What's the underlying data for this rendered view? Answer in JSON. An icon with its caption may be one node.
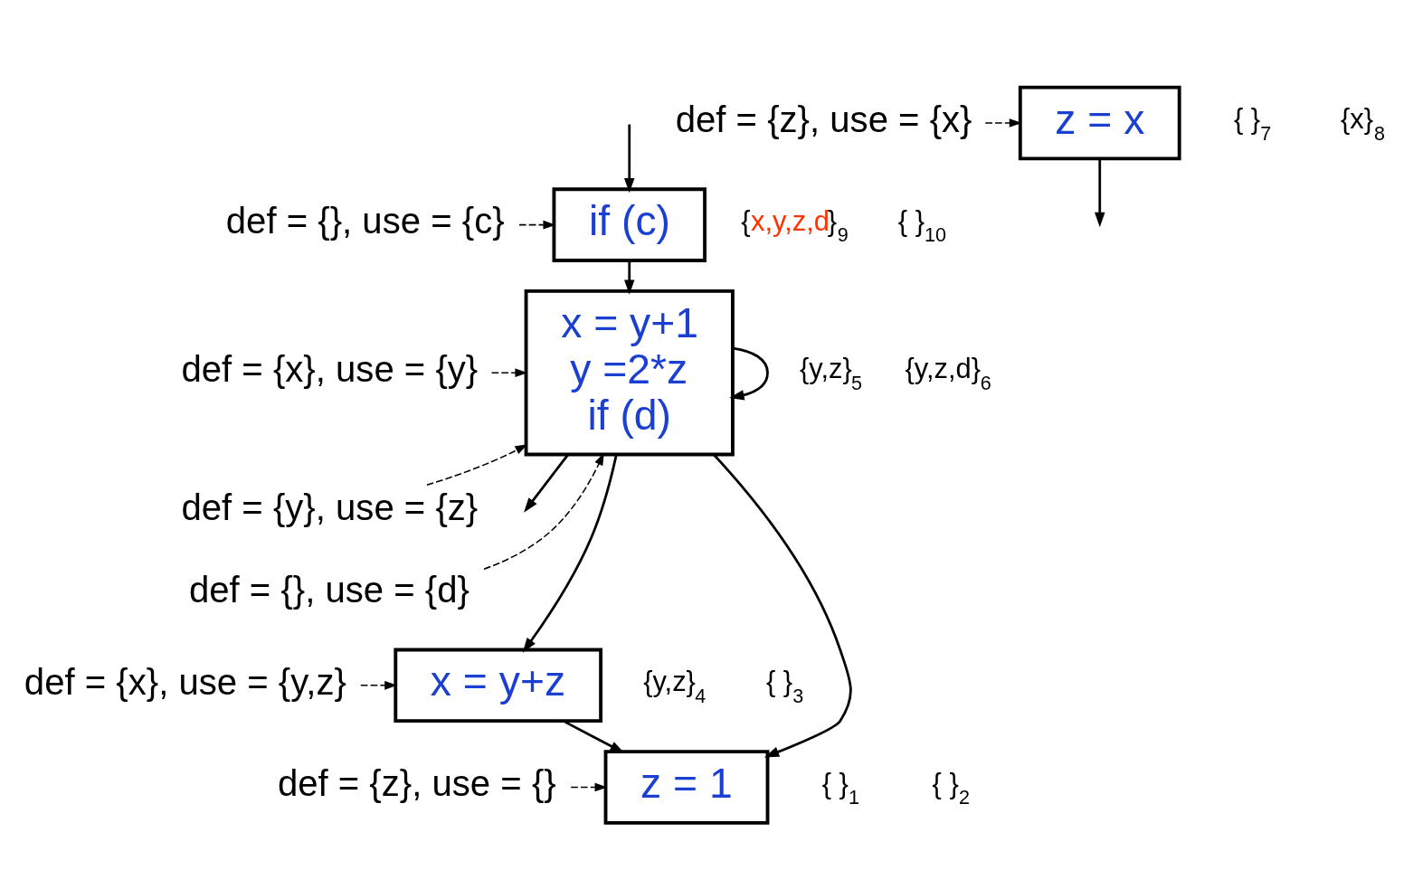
{
  "diagram": {
    "nodes": [
      {
        "text": [
          "if (c)"
        ]
      },
      {
        "text": [
          "x = y+1",
          "y =2*z",
          "if (d)"
        ]
      },
      {
        "text": [
          "x = y+z"
        ]
      },
      {
        "text": [
          "z = 1"
        ]
      },
      {
        "text": [
          "z = x"
        ]
      },
      {
        "text": [
          "def = {}, use = {c}"
        ]
      },
      {
        "text": [
          "def = {x}, use = {y}"
        ]
      },
      {
        "text": [
          "def = {y}, use = {z}"
        ]
      },
      {
        "text": [
          "def = {}, use = {d}"
        ]
      },
      {
        "text": [
          "def = {x}, use = {y,z}"
        ]
      },
      {
        "text": [
          "def = {z}, use = {}"
        ]
      },
      {
        "text": [
          "def = {z}, use = {x}"
        ]
      }
    ],
    "edges": [
      {
        "from": null,
        "to": 0,
        "arrow": "to"
      },
      {
        "from": 0,
        "to": 1,
        "arrow": "to"
      },
      {
        "from": 1,
        "to": 1,
        "arrow": "to"
      },
      {
        "from": 1,
        "to": 2,
        "arrow": "to"
      },
      {
        "from": 1,
        "to": 3,
        "arrow": "to"
      },
      {
        "from": 1,
        "to": null,
        "arrow": "to"
      },
      {
        "from": 2,
        "to": 3,
        "arrow": "to"
      },
      {
        "from": 4,
        "to": null,
        "arrow": "to"
      },
      {
        "from": 5,
        "to": 0,
        "arrow": "to",
        "style": "dashed"
      },
      {
        "from": 6,
        "to": 1,
        "arrow": "to",
        "style": "dashed"
      },
      {
        "from": 7,
        "to": 1,
        "arrow": "to",
        "style": "dashed"
      },
      {
        "from": 8,
        "to": 1,
        "arrow": "to",
        "style": "dashed"
      },
      {
        "from": 9,
        "to": 2,
        "arrow": "to",
        "style": "dashed"
      },
      {
        "from": 10,
        "to": 3,
        "arrow": "to",
        "style": "dashed"
      },
      {
        "from": 11,
        "to": 4,
        "arrow": "to",
        "style": "dashed"
      }
    ],
    "labels": [
      "{ }$_{10}$",
      "{x,y,z,d}$_{9}$",
      "{y,z,d}$_{6}$",
      "{y,z}$_{5}$",
      "{y,z}$_{4}$",
      "{ }$_{3}$",
      "{ }$_{2}$",
      "{ }$_{1}$",
      "{x}$_{8}$",
      "{ }$_{7}$"
    ]
  }
}
